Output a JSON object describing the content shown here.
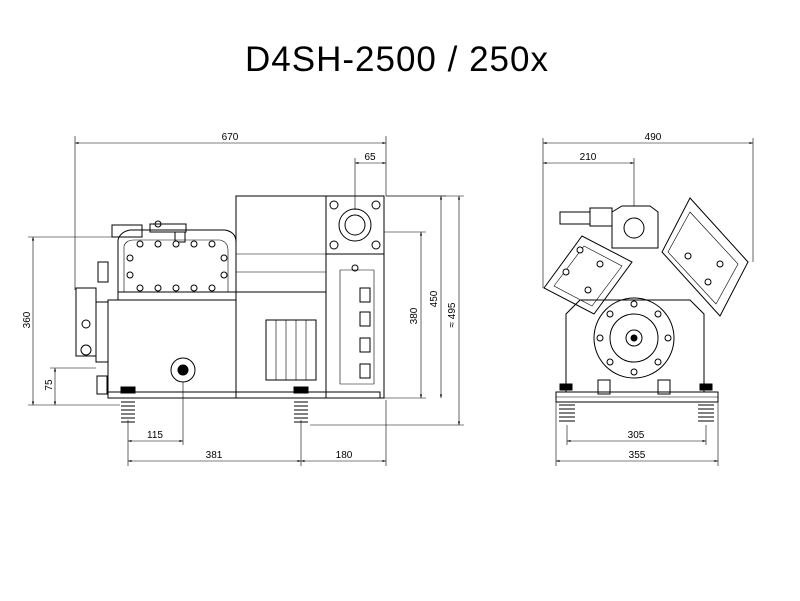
{
  "title": "D4SH-2500 / 250x",
  "dimensions": {
    "side": {
      "overall_length": "670",
      "top_offset": "65",
      "height_left": "360",
      "foot_height": "75",
      "height_380": "380",
      "height_450": "450",
      "height_495": "≈ 495",
      "foot_offset": "115",
      "foot_spacing": "381",
      "rear_offset": "180"
    },
    "front": {
      "overall_width": "490",
      "center_offset": "210",
      "foot_width_inner": "305",
      "foot_width_outer": "355"
    }
  }
}
